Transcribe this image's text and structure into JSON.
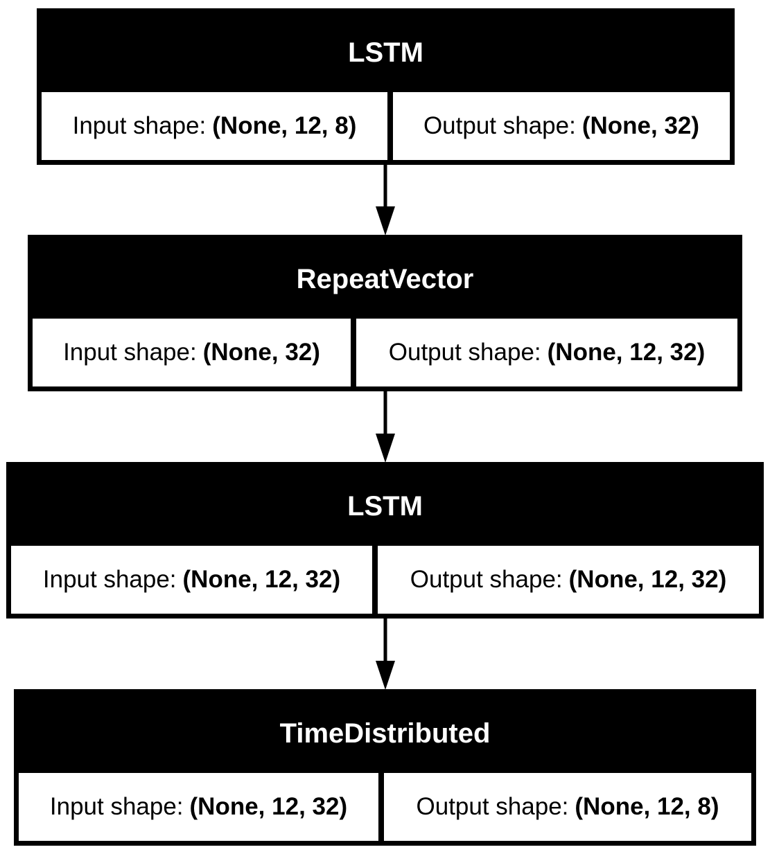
{
  "layers": [
    {
      "name": "LSTM",
      "input_label": "Input shape:",
      "input_value": "(None, 12, 8)",
      "output_label": "Output shape:",
      "output_value": "(None, 32)"
    },
    {
      "name": "RepeatVector",
      "input_label": "Input shape:",
      "input_value": "(None, 32)",
      "output_label": "Output shape:",
      "output_value": "(None, 12, 32)"
    },
    {
      "name": "LSTM",
      "input_label": "Input shape:",
      "input_value": "(None, 12, 32)",
      "output_label": "Output shape:",
      "output_value": "(None, 12, 32)"
    },
    {
      "name": "TimeDistributed",
      "input_label": "Input shape:",
      "input_value": "(None, 12, 32)",
      "output_label": "Output shape:",
      "output_value": "(None, 12, 8)"
    }
  ]
}
